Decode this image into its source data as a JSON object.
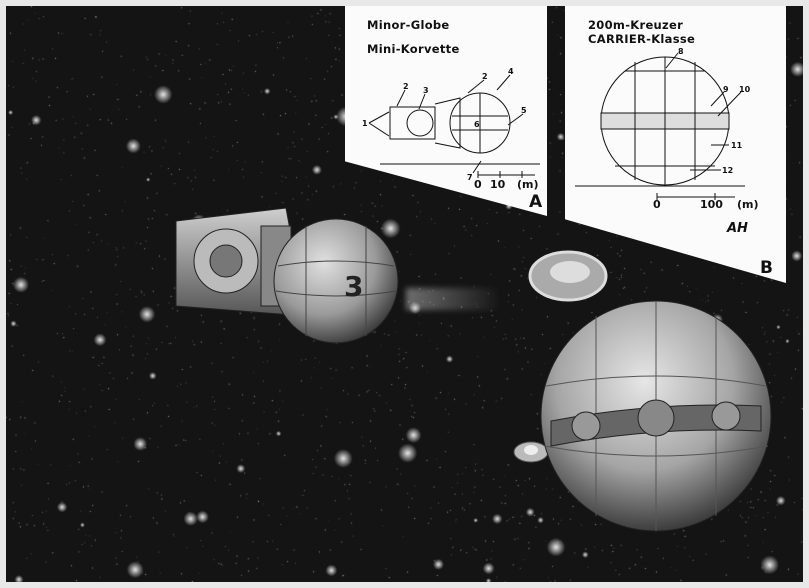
{
  "panel_a": {
    "title_line1": "Minor-Globe",
    "title_line2": "Mini-Korvette",
    "callouts": [
      "1",
      "2",
      "3",
      "2",
      "4",
      "5",
      "6",
      "7"
    ],
    "scale": {
      "zero": "0",
      "mark": "10",
      "unit": "(m)"
    },
    "letter": "A"
  },
  "panel_b": {
    "title_line1": "200m-Kreuzer",
    "title_line2": "CARRIER-Klasse",
    "callouts": [
      "8",
      "9",
      "10",
      "11",
      "12"
    ],
    "scale": {
      "zero": "0",
      "mark": "100",
      "unit": "(m)"
    },
    "signature": "AH",
    "letter": "B"
  },
  "ship_marking": "3",
  "colors": {
    "space": "#141414",
    "panel": "#fbfbfb",
    "hull": "#9a9a9a"
  }
}
